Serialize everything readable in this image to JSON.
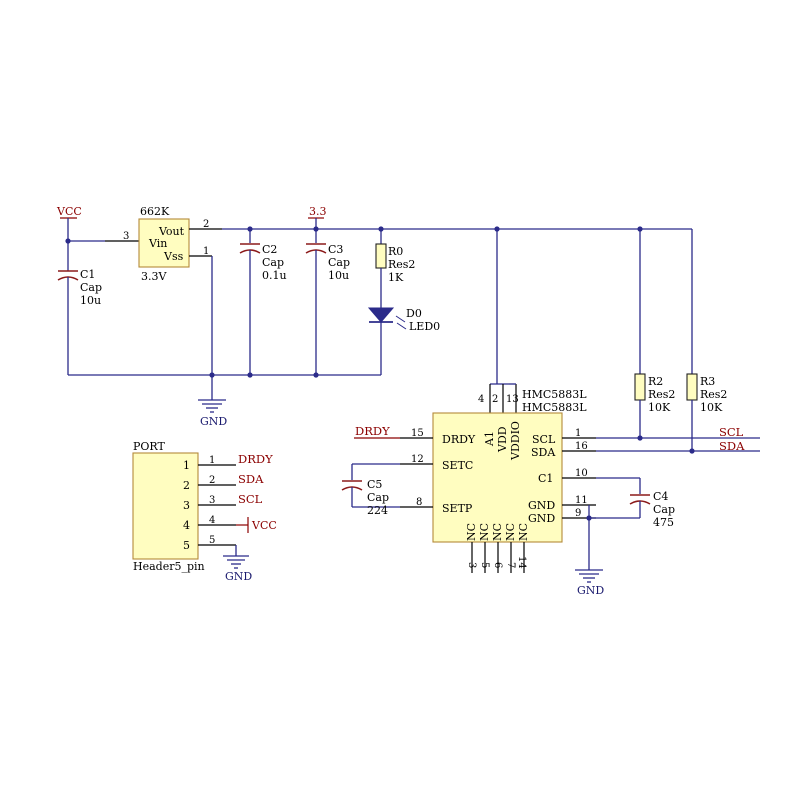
{
  "regulator": {
    "ref": "662K",
    "value": "3.3V",
    "pin_vout": "Vout",
    "pin_vin": "Vin",
    "pin_vss": "Vss",
    "pinnum_vin": "3",
    "pinnum_vout": "2",
    "pinnum_vss": "1"
  },
  "power": {
    "vcc": "VCC",
    "v33": "3.3",
    "gnd": "GND"
  },
  "c1": {
    "ref": "C1",
    "type": "Cap",
    "value": "10u"
  },
  "c2": {
    "ref": "C2",
    "type": "Cap",
    "value": "0.1u"
  },
  "c3": {
    "ref": "C3",
    "type": "Cap",
    "value": "10u"
  },
  "r0": {
    "ref": "R0",
    "type": "Res2",
    "value": "1K"
  },
  "d0": {
    "ref": "D0",
    "value": "LED0"
  },
  "ic": {
    "ref": "HMC5883L",
    "value": "HMC5883L",
    "pins_left": [
      "DRDY",
      "SETC",
      "SETP"
    ],
    "pinnums_left": [
      "15",
      "12",
      "8"
    ],
    "pins_right": [
      "SCL",
      "SDA",
      "C1",
      "GND",
      "GND"
    ],
    "pinnums_right": [
      "1",
      "16",
      "10",
      "11",
      "9"
    ],
    "pins_top": [
      "A1",
      "VDD",
      "VDDIO"
    ],
    "pinnums_top": [
      "4",
      "2",
      "13"
    ],
    "pins_bottom": [
      "NC",
      "NC",
      "NC",
      "NC",
      "NC"
    ],
    "pinnums_bottom": [
      "3",
      "5",
      "6",
      "7",
      "14"
    ]
  },
  "r2": {
    "ref": "R2",
    "type": "Res2",
    "value": "10K"
  },
  "r3": {
    "ref": "R3",
    "type": "Res2",
    "value": "10K"
  },
  "c4": {
    "ref": "C4",
    "type": "Cap",
    "value": "475"
  },
  "c5": {
    "ref": "C5",
    "type": "Cap",
    "value": "224"
  },
  "nets": {
    "drdy": "DRDY",
    "scl": "SCL",
    "sda": "SDA"
  },
  "header": {
    "ref": "PORT",
    "value": "Header5_pin",
    "pinnums": [
      "1",
      "2",
      "3",
      "4",
      "5"
    ],
    "signals": [
      "DRDY",
      "SDA",
      "SCL",
      "VCC",
      "GND"
    ]
  }
}
